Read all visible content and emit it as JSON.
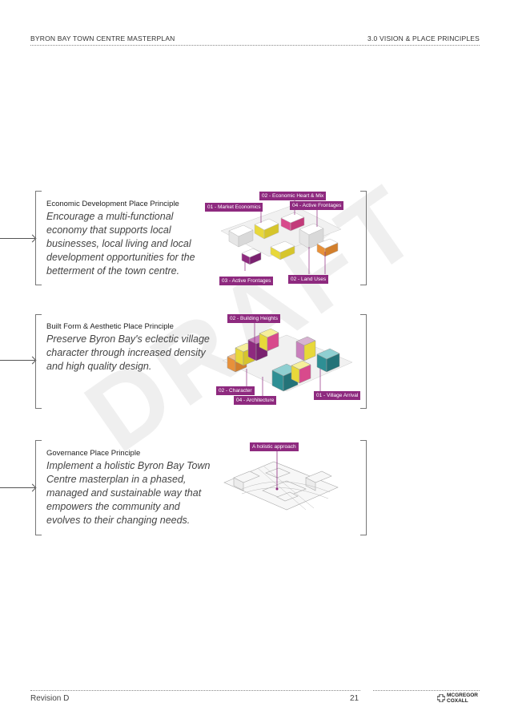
{
  "header": {
    "title": "BYRON BAY TOWN CENTRE MASTERPLAN",
    "section": "3.0 VISION & PLACE PRINCIPLES"
  },
  "watermark": "DRAFT",
  "principles": [
    {
      "title": "Economic Development Place Principle",
      "text": "Encourage a multi-functional economy that supports local businesses, local living and local development opportunities for the betterment of the town centre.",
      "tags": [
        "02 - Economic Heart & Mix",
        "01 - Market Economics",
        "04 - Active Frontages",
        "03 - Active Frontages",
        "02 - Land Uses"
      ]
    },
    {
      "title": "Built Form & Aesthetic Place Principle",
      "text": "Preserve Byron Bay's eclectic village character through increased density and high quality design.",
      "tags": [
        "02 - Building Heights",
        "02 - Character",
        "04 - Architecture",
        "01 - Village Arrival"
      ]
    },
    {
      "title": "Governance Place Principle",
      "text": "Implement a holistic Byron Bay Town Centre masterplan in a phased, managed and sustainable way that empowers the community and evolves to their changing needs.",
      "tags": [
        "A holistic approach"
      ]
    }
  ],
  "footer": {
    "revision": "Revision D",
    "page": "21",
    "logo_line1": "MCGREGOR",
    "logo_line2": "COXALL"
  },
  "colors": {
    "tag": "#8e2a7f",
    "yellow": "#e8d83a",
    "teal": "#2e8f94",
    "pink": "#d84a8c",
    "orange": "#e8913a"
  }
}
